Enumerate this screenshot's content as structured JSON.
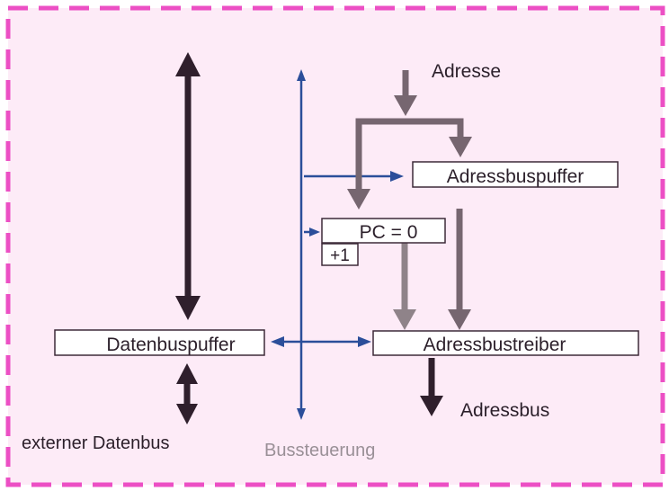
{
  "labels": {
    "adresse": "Adresse",
    "adressbuspuffer": "Adressbuspuffer",
    "pc": "PC = 0",
    "increment": "+1",
    "datenbuspuffer": "Datenbuspuffer",
    "adressbustreiber": "Adressbustreiber",
    "adressbus": "Adressbus",
    "externer_datenbus": "externer Datenbus",
    "bussteuerung": "Bussteuerung"
  },
  "colors": {
    "background": "#fdebf7",
    "border_dash": "#ec4fc4",
    "dark_arrow": "#2f1f2c",
    "gray_arrow": "#766670",
    "light_gray_arrow": "#8f8389",
    "blue_arrow": "#2b4e9a",
    "box_stroke": "#3d2a38",
    "text": "#2b1f2a",
    "bussteuerung_text": "#9a9097"
  }
}
